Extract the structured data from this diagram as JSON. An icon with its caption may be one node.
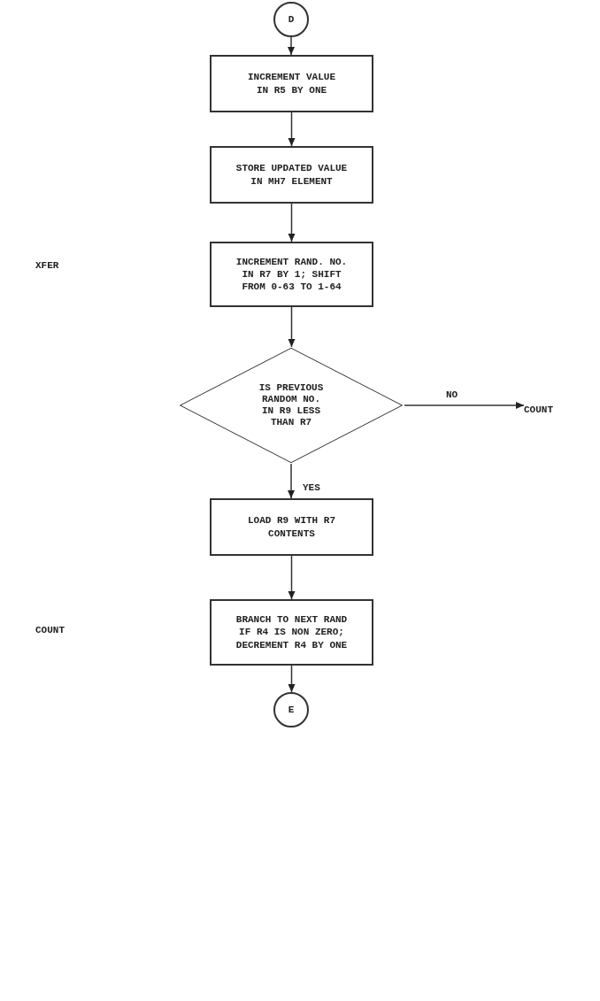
{
  "diagram": {
    "nodes": [
      {
        "text": [
          "D"
        ]
      },
      {
        "text": [
          "INCREMENT VALUE IN R5 BY ONE"
        ]
      },
      {
        "text": [
          "STORE UPDATED VALUE IN MH7 ELEMENT"
        ]
      },
      {
        "text": [
          "INCREMENT RAND. NO. IN R7 BY 1; SHIFT FROM 0-63 TO 1-64"
        ]
      },
      {
        "text": [
          "IS PREVIOUS RANDOM NO. IN R9 LESS THAN R7"
        ]
      },
      {
        "text": [
          "COUNT"
        ]
      },
      {
        "text": [
          "LOAD R9 WITH R7 CONTENTS"
        ]
      },
      {
        "text": [
          "BRANCH TO NEXT RAND IF R4 IS NON ZERO; DECREMENT R4 BY ONE"
        ]
      },
      {
        "text": [
          "E"
        ]
      }
    ],
    "edges": [
      {
        "from": 0,
        "to": 1,
        "arrow": "to"
      },
      {
        "from": 1,
        "to": 2,
        "arrow": "to"
      },
      {
        "from": 2,
        "to": 3,
        "arrow": "to"
      },
      {
        "from": 3,
        "to": 4,
        "arrow": "to"
      },
      {
        "from": 4,
        "to": 5,
        "arrow": "to",
        "label": "NO"
      },
      {
        "from": 4,
        "to": 6,
        "arrow": "to",
        "label": "YES"
      },
      {
        "from": 6,
        "to": 7,
        "arrow": "to"
      },
      {
        "from": 7,
        "to": 8,
        "arrow": "to"
      }
    ],
    "labels": [
      "XFER",
      "COUNT"
    ]
  }
}
